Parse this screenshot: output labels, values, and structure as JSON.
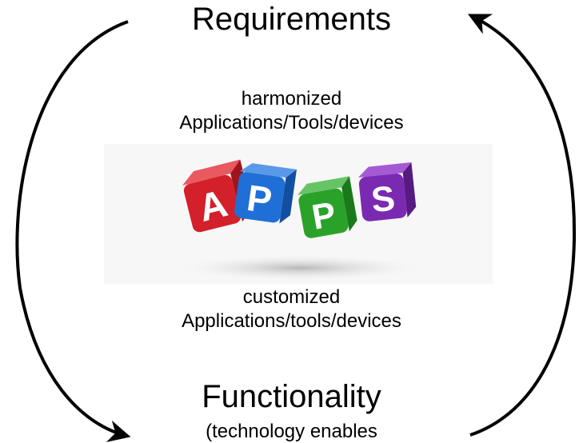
{
  "top": {
    "title": "Requirements"
  },
  "harmonized": {
    "line1": "harmonized",
    "line2": "Applications/Tools/devices"
  },
  "apps_graphic": {
    "letters": [
      "A",
      "P",
      "P",
      "S"
    ],
    "colors": [
      "#d3202a",
      "#1f6fd6",
      "#2aa22a",
      "#7a2ab0"
    ]
  },
  "customized": {
    "line1": "customized",
    "line2": "Applications/tools/devices"
  },
  "bottom": {
    "title": "Functionality",
    "subtitle": "(technology enables"
  }
}
